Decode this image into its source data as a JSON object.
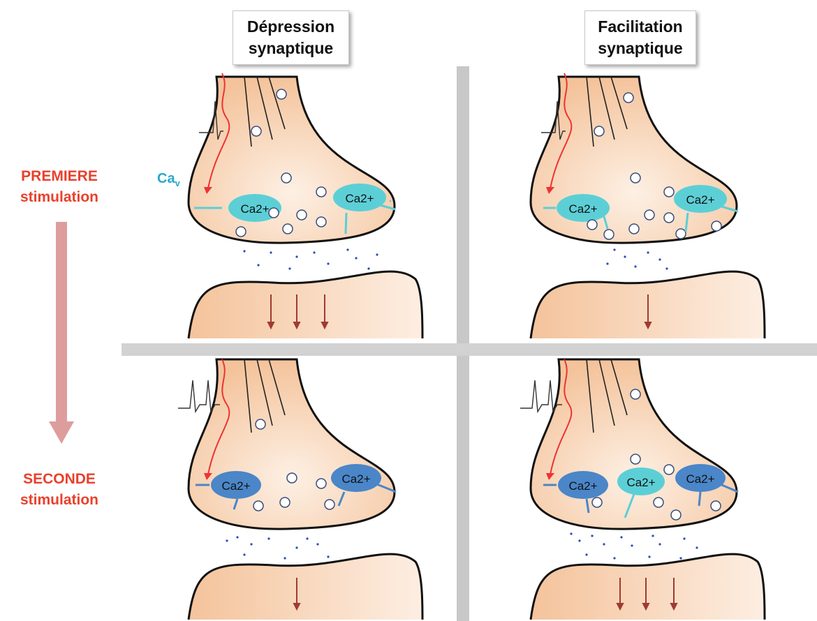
{
  "columns": {
    "depression_line1": "Dépression",
    "depression_line2": "synaptique",
    "facilitation_line1": "Facilitation",
    "facilitation_line2": "synaptique"
  },
  "rows": {
    "first_line1": "PREMIERE",
    "first_line2": "stimulation",
    "second_line1": "SECONDE",
    "second_line2": "stimulation"
  },
  "labels": {
    "cav_main": "Ca",
    "cav_sub": "v",
    "calcium": "Ca2+"
  },
  "colors": {
    "terminal_fill": "#f6cba6",
    "light_calcium": "#5ccfd6",
    "dark_calcium": "#4a86c8",
    "stimulation_text": "#e8412c",
    "arrow_red": "#a03a32"
  }
}
